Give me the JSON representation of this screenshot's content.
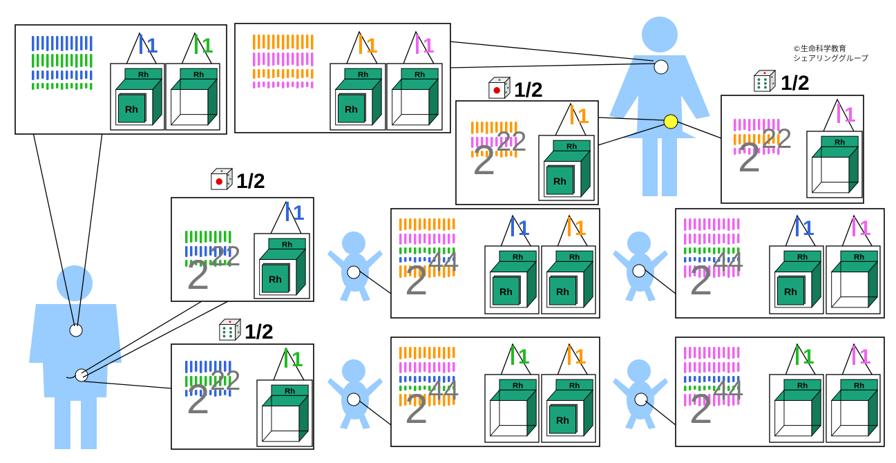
{
  "credit": {
    "line1": "©生命科学教育",
    "line2": "シェアリンググループ"
  },
  "labels": {
    "rh": "Rh",
    "prob": "1/2",
    "two": "2",
    "twentytwo": "22",
    "fortyfour": "44",
    "one": "1"
  },
  "colors": {
    "father_chromosome_1": "#3366dd",
    "father_chromosome_2": "#22bb22",
    "mother_chromosome_1": "#ff9900",
    "mother_chromosome_2": "#ee66ee",
    "person": "#99ccff",
    "box": "#1aa37a",
    "box_dark": "#137a5a",
    "label_gray": "#777777",
    "egg_highlight": "#ffff33",
    "dice_dot": "#2a7a5a",
    "dice_red": "#e00000"
  },
  "icons": [
    "father-icon",
    "mother-icon",
    "baby-icon",
    "dice-one-icon",
    "dice-six-icon"
  ]
}
